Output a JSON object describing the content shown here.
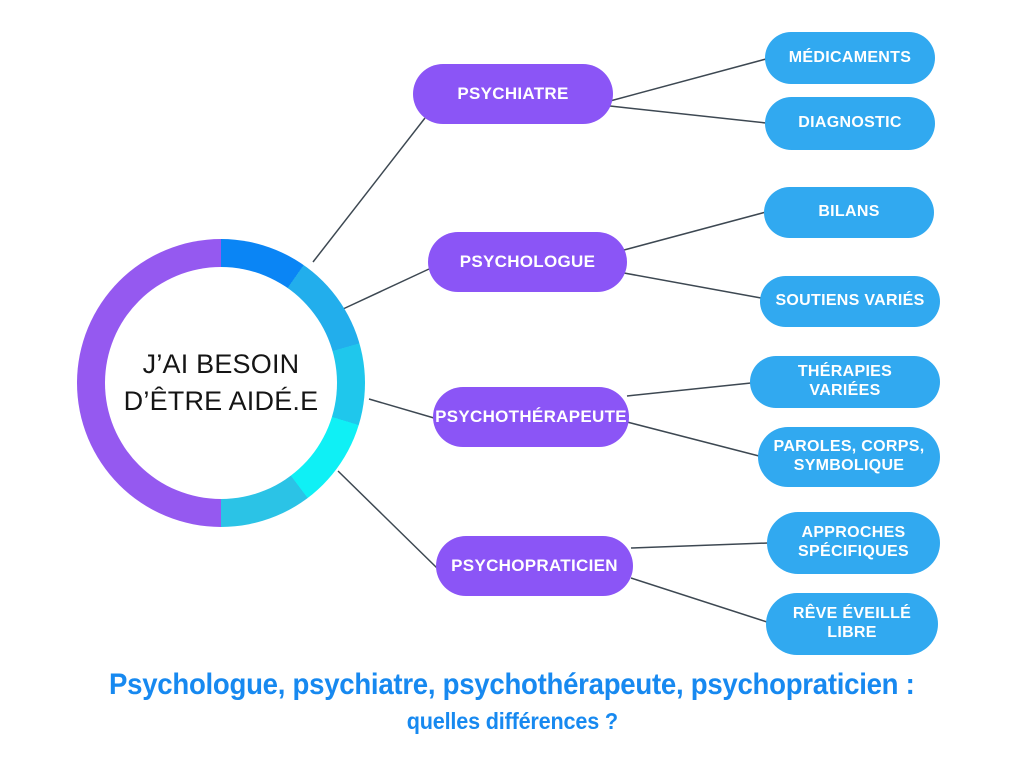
{
  "center": {
    "line1": "J’AI BESOIN",
    "line2": "D’ÊTRE AIDÉ.E"
  },
  "branches": [
    {
      "label": "PSYCHIATRE",
      "children": [
        "MÉDICAMENTS",
        "DIAGNOSTIC"
      ]
    },
    {
      "label": "PSYCHOLOGUE",
      "children": [
        "BILANS",
        "SOUTIENS VARIÉS"
      ]
    },
    {
      "label": "PSYCHOTHÉRAPEUTE",
      "children": [
        "THÉRAPIES VARIÉES",
        "PAROLES, CORPS, SYMBOLIQUE"
      ]
    },
    {
      "label": "PSYCHOPRATICIEN",
      "children": [
        "APPROCHES SPÉCIFIQUES",
        "RÊVE ÉVEILLÉ LIBRE"
      ]
    }
  ],
  "title": {
    "line1": "Psychologue, psychiatre, psychothérapeute, psychopraticien :",
    "line2": "quelles différences ?"
  },
  "colors": {
    "purple": "#8b55f6",
    "blue_pill": "#31a9f0",
    "title_blue": "#1789f0",
    "ring_purple": "#9559f0",
    "ring_blue": "#0a85f5",
    "ring_lightblue": "#22aeec",
    "ring_cyan": "#1fc7ec",
    "ring_brightcyan": "#0ff0f5",
    "ring_teal": "#2bc3e6",
    "connector": "#3d4852",
    "center_text": "#151515"
  }
}
